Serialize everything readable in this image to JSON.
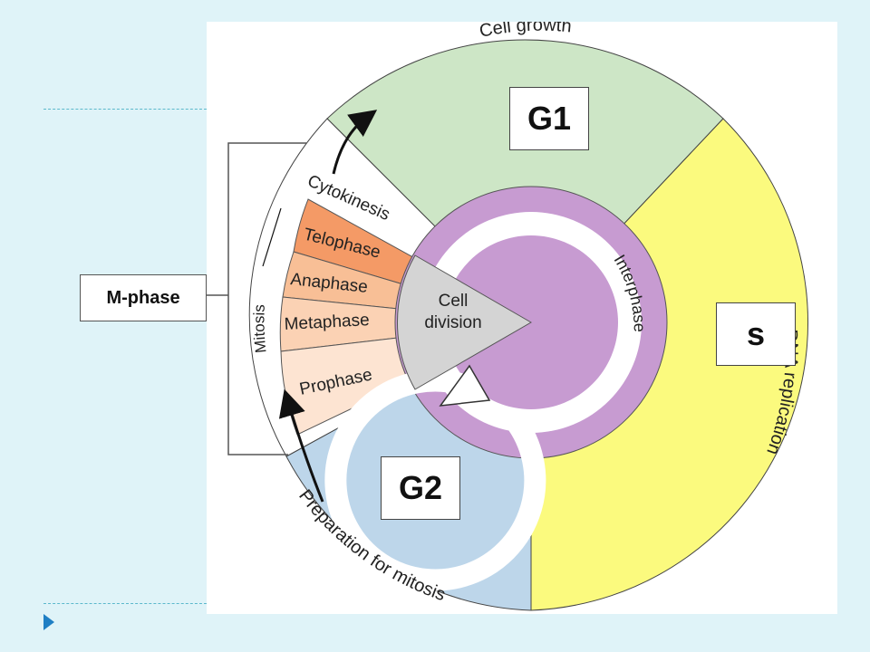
{
  "labels": {
    "m_phase": "M-phase",
    "g1": "G1",
    "s": "s",
    "g2": "G2",
    "cell_growth": "Cell growth",
    "dna_replication": "DNA replication",
    "preparation": "Preparation for mitosis",
    "interphase": "Interphase",
    "cell_division_1": "Cell",
    "cell_division_2": "division",
    "mitosis": "Mitosis",
    "cytokinesis": "Cytokinesis",
    "telophase": "Telophase",
    "anaphase": "Anaphase",
    "metaphase": "Metaphase",
    "prophase": "Prophase"
  },
  "colors": {
    "background": "#dff3f8",
    "g1": "#cde6c6",
    "s": "#fbfa7e",
    "g2": "#bdd6ea",
    "interphase_ring": "#c79bd1",
    "cell_division": "#d4d4d4",
    "telophase": "#f49a66",
    "anaphase": "#f8bf96",
    "metaphase": "#fbd2b4",
    "prophase": "#fde4d2",
    "accent": "#1f7fc4"
  }
}
